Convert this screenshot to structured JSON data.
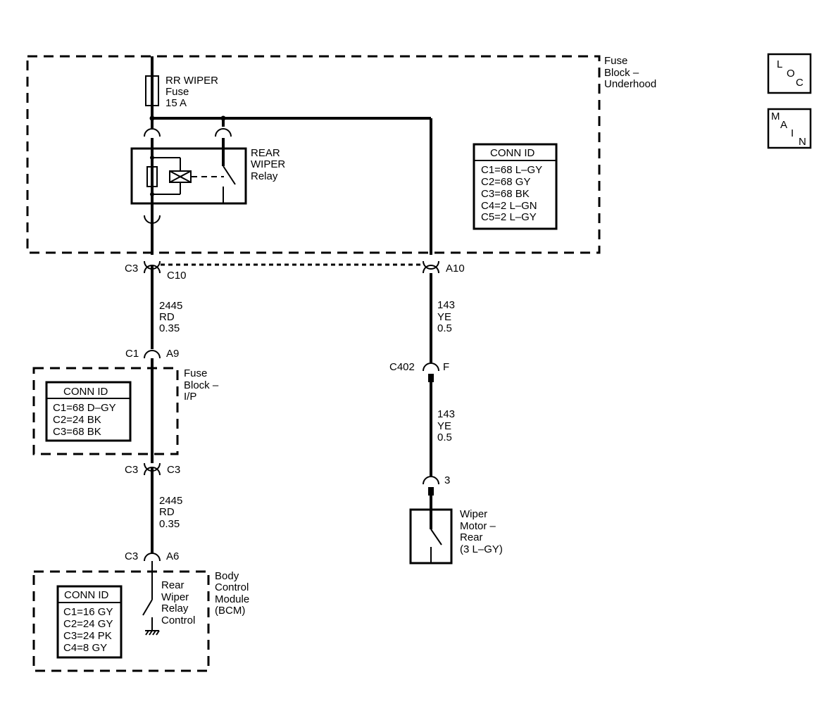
{
  "fuse_block_underhood": {
    "label": [
      "Fuse",
      "Block –",
      "Underhood"
    ],
    "fuse": [
      "RR WIPER",
      "Fuse",
      "15 A"
    ],
    "relay": [
      "REAR",
      "WIPER",
      "Relay"
    ],
    "conn_id": {
      "title": "CONN ID",
      "lines": [
        "C1=68 L–GY",
        "C2=68 GY",
        "C3=68 BK",
        "C4=2 L–GN",
        "C5=2 L–GY"
      ]
    }
  },
  "connectors": {
    "c3_top": "C3",
    "c10": "C10",
    "a10": "A10",
    "c1": "C1",
    "a9": "A9",
    "c402": "C402",
    "f": "F",
    "c3_ip_left": "C3",
    "c3_ip_right": "C3",
    "c3_bcm": "C3",
    "a6": "A6",
    "pin3": "3"
  },
  "wires": {
    "left_upper": [
      "2445",
      "RD",
      "0.35"
    ],
    "left_lower": [
      "2445",
      "RD",
      "0.35"
    ],
    "right_upper": [
      "143",
      "YE",
      "0.5"
    ],
    "right_lower": [
      "143",
      "YE",
      "0.5"
    ]
  },
  "fuse_block_ip": {
    "label": [
      "Fuse",
      "Block –",
      "I/P"
    ],
    "conn_id": {
      "title": "CONN ID",
      "lines": [
        "C1=68 D–GY",
        "C2=24 BK",
        "C3=68 BK"
      ]
    }
  },
  "bcm": {
    "label": [
      "Body",
      "Control",
      "Module",
      "(BCM)"
    ],
    "switch": [
      "Rear",
      "Wiper",
      "Relay",
      "Control"
    ],
    "conn_id": {
      "title": "CONN ID",
      "lines": [
        "C1=16 GY",
        "C2=24 GY",
        "C3=24 PK",
        "C4=8 GY"
      ]
    }
  },
  "wiper_motor": {
    "label": [
      "Wiper",
      "Motor –",
      "Rear",
      "(3 L–GY)"
    ]
  },
  "nav": {
    "loc": [
      "L",
      "O",
      "C"
    ],
    "main": [
      "M",
      "A",
      "I",
      "N"
    ]
  }
}
